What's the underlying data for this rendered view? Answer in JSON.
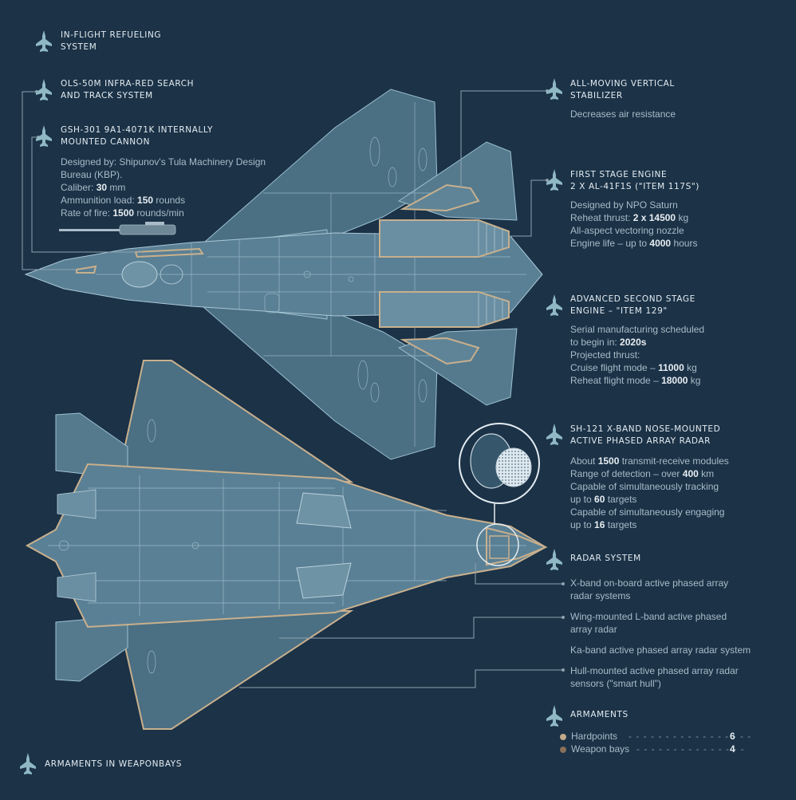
{
  "colors": {
    "background": "#1b3247",
    "aircraft_fill": "#4d7185",
    "panel_lines": "#a9c4d2",
    "outline_accent": "#c9b08d",
    "leader_lines": "#8fa2ae",
    "hardpoints_dot": "#c2a989",
    "weaponbays_dot": "#8a6f5a"
  },
  "labels": {
    "refueling": {
      "title_l1": "IN-FLIGHT REFUELING",
      "title_l2": "SYSTEM"
    },
    "ols": {
      "title_l1": "OLS-50M INFRA-RED SEARCH",
      "title_l2": "AND TRACK SYSTEM"
    },
    "cannon": {
      "title_l1": "GSH-301 9A1-4071K INTERNALLY",
      "title_l2": "MOUNTED CANNON",
      "d1": "Designed by: Shipunov's Tula Machinery Design",
      "d2": "Bureau (KBP).",
      "caliber_label": "Caliber: ",
      "caliber_value": "30",
      "caliber_unit": " mm",
      "ammo_label": "Ammunition load: ",
      "ammo_value": "150",
      "ammo_unit": " rounds",
      "rate_label": "Rate of fire: ",
      "rate_value": "1500",
      "rate_unit": " rounds/min"
    },
    "stabilizer": {
      "title_l1": "ALL-MOVING VERTICAL",
      "title_l2": "STABILIZER",
      "d1": "Decreases air resistance"
    },
    "engine1": {
      "title_l1": "FIRST STAGE ENGINE",
      "title_l2": "2 X AL-41F1S (\"ITEM 117S\")",
      "d1": "Designed by NPO Saturn",
      "thrust_label": "Reheat thrust: ",
      "thrust_value": "2 x 14500",
      "thrust_unit": " kg",
      "d3": "All-aspect vectoring nozzle",
      "life_label": "Engine life – up to ",
      "life_value": "4000",
      "life_unit": " hours"
    },
    "engine2": {
      "title_l1": "ADVANCED SECOND STAGE",
      "title_l2": "ENGINE – \"ITEM 129\"",
      "d1": "Serial manufacturing scheduled",
      "d2_label": "to begin in: ",
      "d2_value": "2020s",
      "d3": "Projected thrust:",
      "cruise_label": "Cruise flight mode – ",
      "cruise_value": "11000",
      "cruise_unit": " kg",
      "reheat_label": "Reheat flight mode – ",
      "reheat_value": "18000",
      "reheat_unit": " kg"
    },
    "radar121": {
      "title_l1": "SH-121 X-BAND NOSE-MOUNTED",
      "title_l2": "ACTIVE PHASED ARRAY RADAR",
      "m1_a": "About ",
      "m1_v": "1500",
      "m1_b": " transmit-receive modules",
      "m2_a": "Range of detection – over ",
      "m2_v": "400",
      "m2_b": " km",
      "m3": "Capable of simultaneously tracking",
      "m4_a": "up to ",
      "m4_v": "60",
      "m4_b": " targets",
      "m5": "Capable of simultaneously engaging",
      "m6_a": "up to ",
      "m6_v": "16",
      "m6_b": " targets"
    },
    "radar_system": {
      "title": "RADAR SYSTEM",
      "x1": "X-band on-board active phased array",
      "x2": "radar systems",
      "l1": "Wing-mounted L-band active phased",
      "l2": "array radar",
      "ka": "Ka-band active phased array radar system",
      "h1": "Hull-mounted active phased array radar",
      "h2": "sensors (\"smart hull\")"
    },
    "armaments": {
      "title": "ARMAMENTS",
      "hardpoints_label": "Hardpoints",
      "hardpoints_value": "6",
      "weaponbays_label": "Weapon bays",
      "weaponbays_value": "4"
    },
    "weaponbays": {
      "title": "ARMAMENTS IN WEAPONBAYS"
    }
  }
}
